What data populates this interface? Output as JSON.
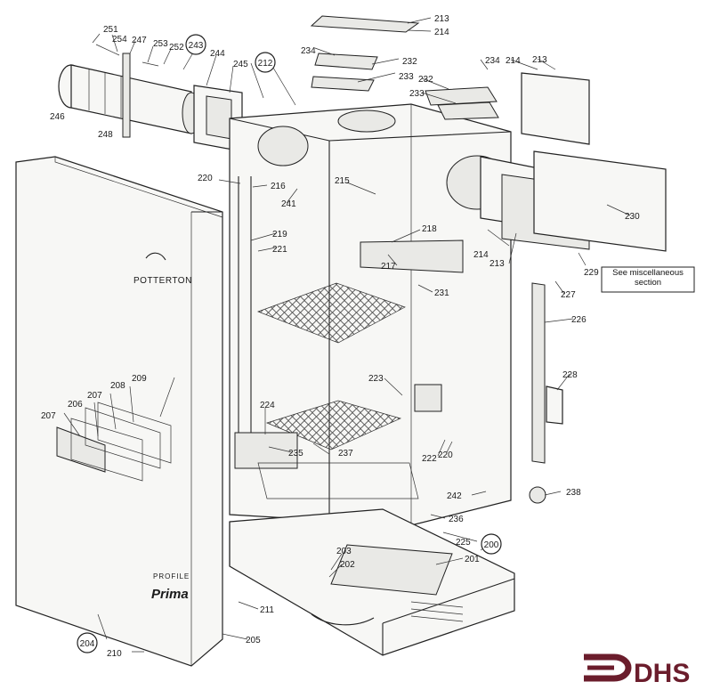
{
  "brand": {
    "panel_logo": "POTTERTON",
    "model_line1": "PROFILE",
    "model_line2": "Prima",
    "watermark": "DHS",
    "accent_color": "#6b1d2c"
  },
  "note_box": "See miscellaneous section",
  "callouts": [
    "251",
    "254",
    "247",
    "253",
    "252",
    "243",
    "244",
    "245",
    "246",
    "248",
    "212",
    "213",
    "214",
    "234",
    "232",
    "233",
    "234",
    "214",
    "213",
    "232",
    "233",
    "220",
    "216",
    "241",
    "215",
    "219",
    "221",
    "218",
    "217",
    "231",
    "230",
    "214",
    "213",
    "229",
    "227",
    "226",
    "228",
    "209",
    "208",
    "207",
    "206",
    "207",
    "223",
    "224",
    "235",
    "237",
    "222",
    "220",
    "242",
    "238",
    "236",
    "225",
    "200",
    "203",
    "202",
    "201",
    "211",
    "205",
    "204",
    "210"
  ]
}
